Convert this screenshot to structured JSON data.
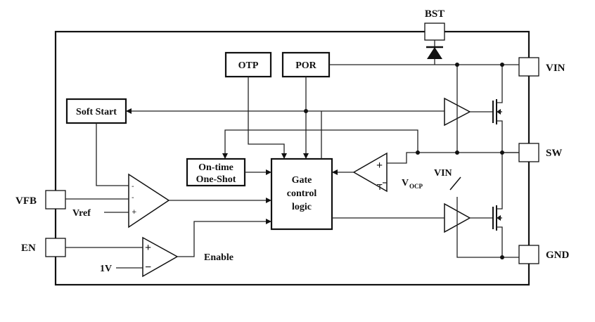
{
  "pins": {
    "bst": "BST",
    "vin": "VIN",
    "sw": "SW",
    "gnd": "GND",
    "vfb": "VFB",
    "en": "EN"
  },
  "blocks": {
    "otp": "OTP",
    "por": "POR",
    "soft_start": "Soft Start",
    "on_time_line1": "On-time",
    "on_time_line2": "One-Shot",
    "gate_line1": "Gate",
    "gate_line2": "control",
    "gate_line3": "logic"
  },
  "labels": {
    "vref": "Vref",
    "one_v": "1V",
    "enable": "Enable",
    "vin_internal": "VIN",
    "vocp_main": "V",
    "vocp_sub": "OCP",
    "plus": "+",
    "minus": "−"
  }
}
